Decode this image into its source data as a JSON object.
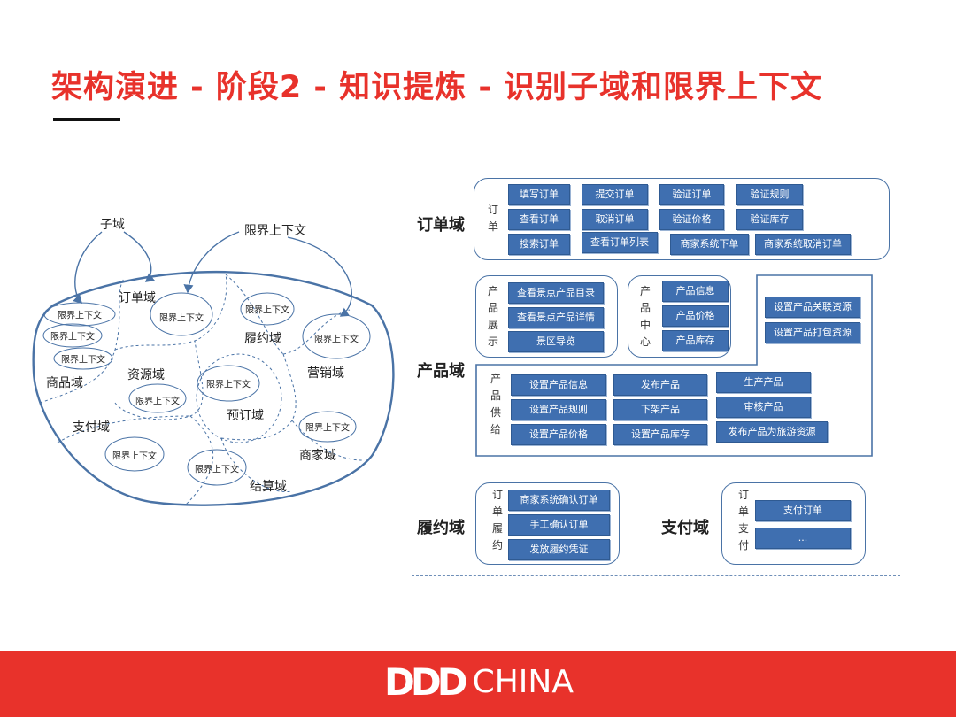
{
  "title": "架构演进 - 阶段2 - 知识提炼 - 识别子域和限界上下文",
  "accent_color": "#e8322b",
  "block_color": "#3f6fb0",
  "left": {
    "callout_subdomain": "子域",
    "callout_context": "限界上下文",
    "domains": {
      "order": "订单域",
      "fulfill": "履约域",
      "resource": "资源域",
      "marketing": "营销域",
      "product": "商品域",
      "booking": "预订域",
      "payment": "支付域",
      "merchant": "商家域",
      "settle": "结算域"
    },
    "context_label": "限界上下文"
  },
  "right": {
    "order_domain": {
      "label": "订单域",
      "vlabel": "订单",
      "blocks": [
        "填写订单",
        "提交订单",
        "验证订单",
        "验证规则",
        "查看订单",
        "取消订单",
        "验证价格",
        "验证库存",
        "搜索订单",
        "查看订单列表",
        "商家系统下单",
        "商家系统取消订单"
      ]
    },
    "product_domain": {
      "label": "产品域",
      "display": {
        "vlabel": "产品展示",
        "blocks": [
          "查看景点产品目录",
          "查看景点产品详情",
          "景区导览"
        ]
      },
      "center": {
        "vlabel": "产品中心",
        "blocks": [
          "产品信息",
          "产品价格",
          "产品库存"
        ]
      },
      "side": {
        "blocks": [
          "设置产品关联资源",
          "设置产品打包资源"
        ]
      },
      "supply": {
        "vlabel": "产品供给",
        "blocks": [
          "设置产品信息",
          "设置产品规则",
          "设置产品价格",
          "发布产品",
          "下架产品",
          "设置产品库存",
          "生产产品",
          "审核产品",
          "发布产品为旅游资源"
        ]
      }
    },
    "fulfill_domain": {
      "label": "履约域",
      "vlabel": "订单履约",
      "blocks": [
        "商家系统确认订单",
        "手工确认订单",
        "发放履约凭证"
      ]
    },
    "payment_domain": {
      "label": "支付域",
      "vlabel": "订单支付",
      "blocks": [
        "支付订单",
        "..."
      ]
    }
  },
  "footer": {
    "logo_bold": "DDD",
    "logo_text": "CHINA"
  }
}
